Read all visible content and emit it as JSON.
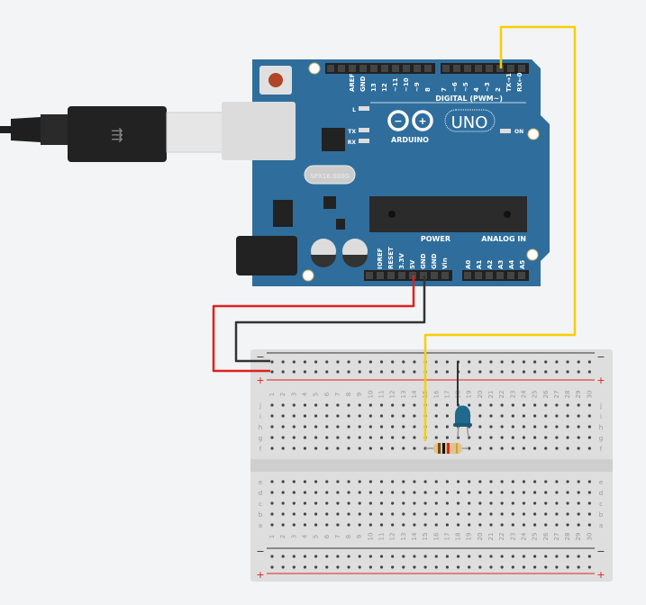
{
  "arduino": {
    "digital_pins": [
      "AREF",
      "GND",
      "13",
      "12",
      "~11",
      "~10",
      "~9",
      "8",
      "7",
      "~6",
      "~5",
      "4",
      "~3",
      "2",
      "TX→1",
      "RX←0"
    ],
    "digital_label": "DIGITAL (PWM~)",
    "brand": "ARDUINO",
    "model": "UNO",
    "led_labels": [
      "L",
      "TX",
      "RX",
      "ON"
    ],
    "crystal": "SPX16.000G",
    "power_label": "POWER",
    "analog_label": "ANALOG IN",
    "power_pins": [
      "IOREF",
      "RESET",
      "3.3V",
      "5V",
      "GND",
      "GND",
      "Vin"
    ],
    "analog_pins": [
      "A0",
      "A1",
      "A2",
      "A3",
      "A4",
      "A5"
    ],
    "board_color": "#2f6e9c"
  },
  "breadboard": {
    "columns": 30,
    "top_rows": [
      "j",
      "i",
      "h",
      "g",
      "f"
    ],
    "bottom_rows": [
      "e",
      "d",
      "c",
      "b",
      "a"
    ],
    "rail_minus": "−",
    "rail_plus": "+"
  },
  "wires": {
    "signal": "#f5d000",
    "power": "#e02020",
    "ground": "#333333"
  },
  "led_color": "#1f6a8c"
}
